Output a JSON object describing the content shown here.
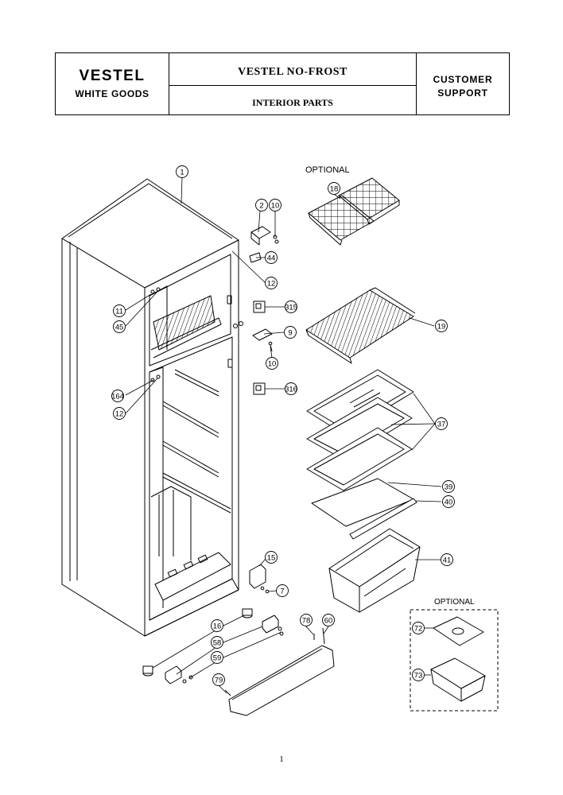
{
  "header": {
    "brand": "VESTEL",
    "brand_sub": "WHITE GOODS",
    "title": "VESTEL NO-FROST",
    "subtitle": "INTERIOR PARTS",
    "support_line1": "CUSTOMER",
    "support_line2": "SUPPORT"
  },
  "optional_label_top": "OPTIONAL",
  "optional_label_box": "OPTIONAL",
  "callouts": {
    "c1": "1",
    "c2": "2",
    "c10a": "10",
    "c44": "44",
    "c12a": "12",
    "c315": "315",
    "c9": "9",
    "c10b": "10",
    "c316": "316",
    "c11": "11",
    "c45": "45",
    "c164": "164",
    "c12b": "12",
    "c18": "18",
    "c19": "19",
    "c37": "37",
    "c39": "39",
    "c40": "40",
    "c41": "41",
    "c15": "15",
    "c7": "7",
    "c16": "16",
    "c58": "58",
    "c59": "59",
    "c79": "79",
    "c78": "78",
    "c60": "60",
    "c72": "72",
    "c73": "73"
  },
  "page_number": "1"
}
